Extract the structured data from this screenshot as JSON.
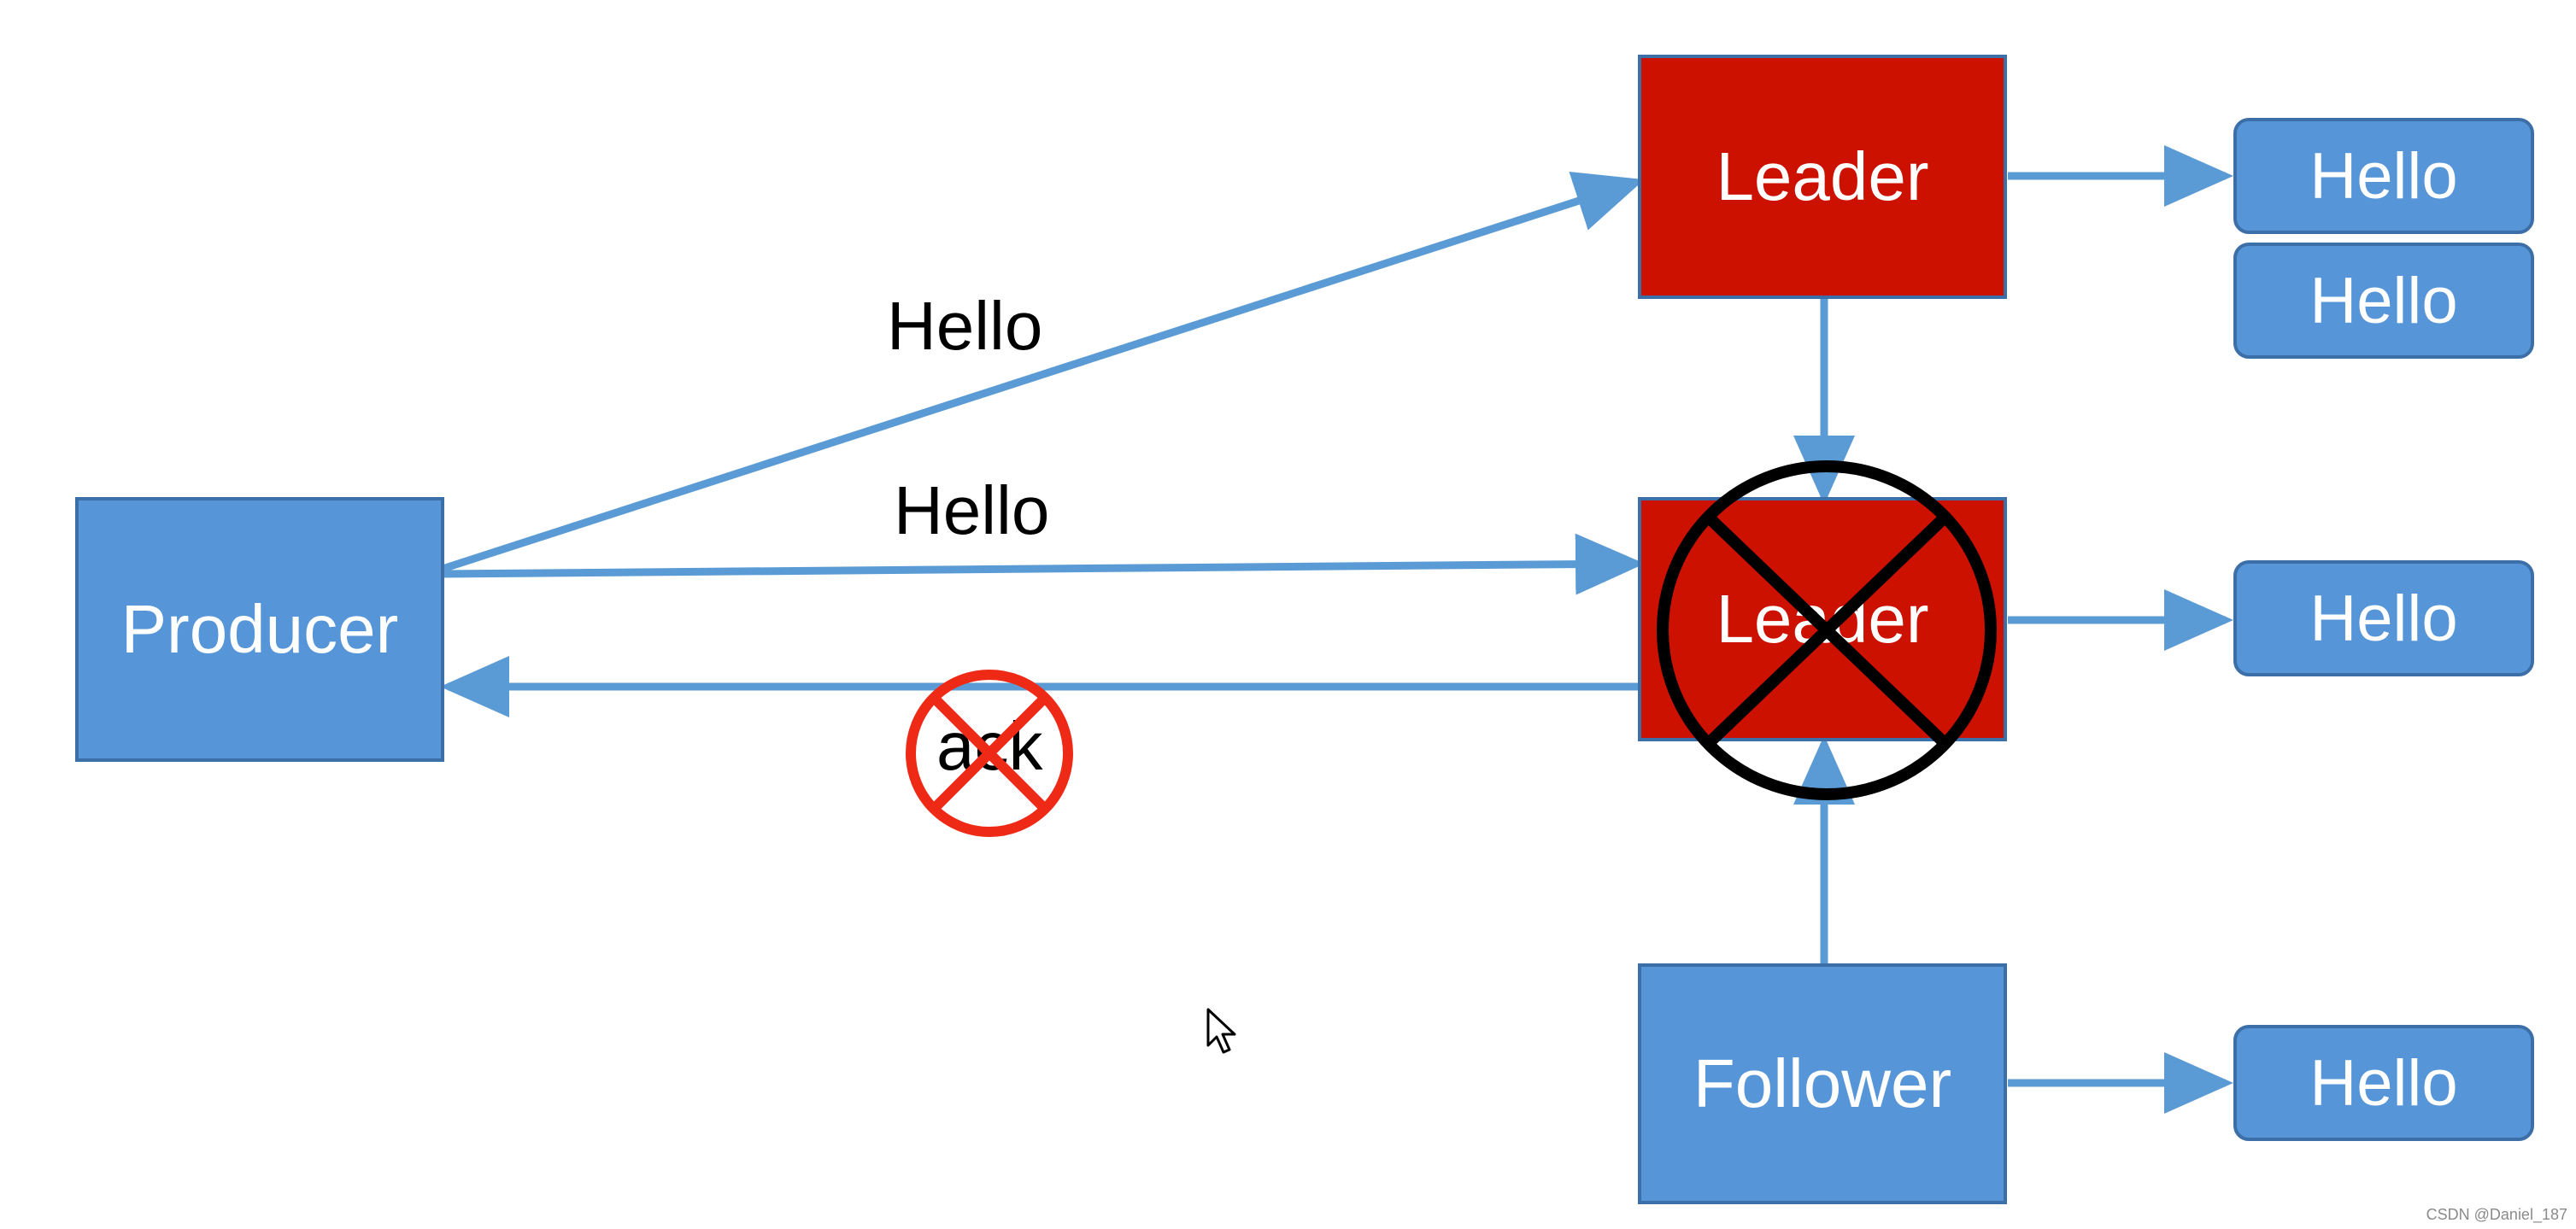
{
  "nodes": {
    "producer": "Producer",
    "leader_top": "Leader",
    "leader_mid": "Leader",
    "follower": "Follower"
  },
  "messages": {
    "leader_top_1": "Hello",
    "leader_top_2": "Hello",
    "leader_mid": "Hello",
    "follower": "Hello"
  },
  "edge_labels": {
    "producer_to_leader_top": "Hello",
    "producer_to_leader_mid": "Hello",
    "ack": "ack"
  },
  "colors": {
    "node_blue": "#5696d8",
    "leader_red": "#cc1100",
    "arrow": "#5b9bd5",
    "failed_marker": "#000000",
    "ack_cross": "#ee2a17"
  },
  "watermark": "CSDN @Daniel_187"
}
